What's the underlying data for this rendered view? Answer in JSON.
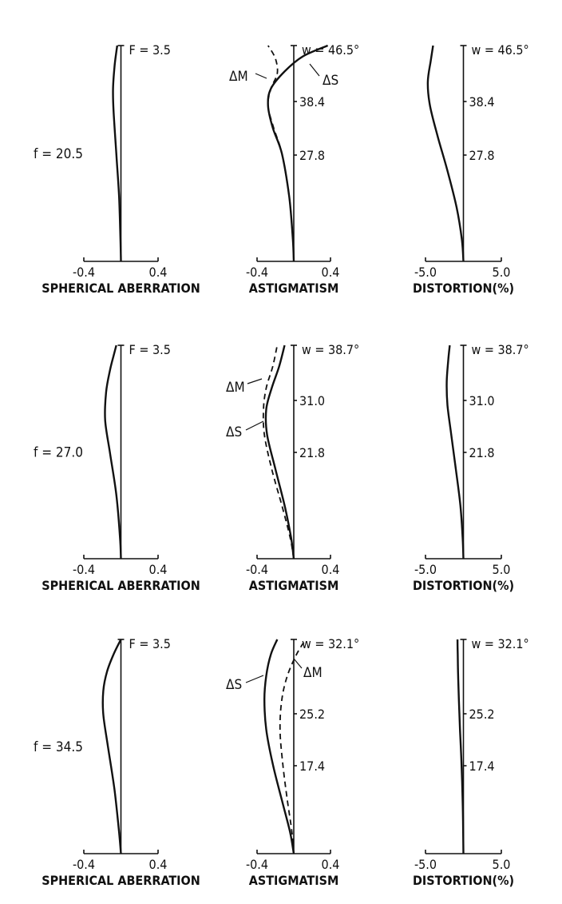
{
  "chart_data": [
    {
      "type": "line",
      "title": "SPHERICAL ABERRATION",
      "focal_label": "f = 20.5",
      "top_label": "F = 3.5",
      "xlim": [
        -0.4,
        0.4
      ],
      "x_tick_labels": [
        "-0.4",
        "0.4"
      ],
      "y_tick_labels": [],
      "series": [
        {
          "name": "",
          "style": "solid",
          "x": [
            0,
            -0.005,
            -0.02,
            -0.05,
            -0.08,
            -0.085,
            -0.07,
            -0.05,
            -0.04
          ],
          "y": [
            0,
            0.1,
            0.3,
            0.5,
            0.7,
            0.8,
            0.9,
            0.97,
            1.0
          ]
        }
      ]
    },
    {
      "type": "line",
      "title": "ASTIGMATISM",
      "top_label": "w = 46.5°",
      "xlim": [
        -0.4,
        0.4
      ],
      "x_tick_labels": [
        "-0.4",
        "0.4"
      ],
      "y_tick_labels": [
        "38.4",
        "27.8"
      ],
      "annotations": [
        "ΔS",
        "ΔM"
      ],
      "series": [
        {
          "name": "ΔS",
          "style": "solid",
          "x": [
            0,
            -0.01,
            -0.05,
            -0.13,
            -0.23,
            -0.28,
            -0.25,
            -0.1,
            0.1,
            0.37
          ],
          "y": [
            0,
            0.1,
            0.3,
            0.5,
            0.62,
            0.72,
            0.8,
            0.88,
            0.95,
            1.0
          ]
        },
        {
          "name": "ΔM",
          "style": "dashed",
          "x": [
            0,
            -0.01,
            -0.05,
            -0.13,
            -0.22,
            -0.28,
            -0.25,
            -0.18,
            -0.2,
            -0.28
          ],
          "y": [
            0,
            0.1,
            0.3,
            0.5,
            0.62,
            0.72,
            0.8,
            0.87,
            0.94,
            1.0
          ]
        }
      ]
    },
    {
      "type": "line",
      "title": "DISTORTION(%)",
      "top_label": "w = 46.5°",
      "xlim": [
        -5.0,
        5.0
      ],
      "x_tick_labels": [
        "-5.0",
        "5.0"
      ],
      "y_tick_labels": [
        "38.4",
        "27.8"
      ],
      "series": [
        {
          "name": "",
          "style": "solid",
          "x": [
            0,
            -0.2,
            -0.9,
            -2.1,
            -3.4,
            -4.4,
            -4.7,
            -4.3,
            -4.0
          ],
          "y": [
            0,
            0.1,
            0.25,
            0.42,
            0.58,
            0.72,
            0.83,
            0.93,
            1.0
          ]
        }
      ]
    },
    {
      "type": "line",
      "title": "SPHERICAL ABERRATION",
      "focal_label": "f = 27.0",
      "top_label": "F = 3.5",
      "xlim": [
        -0.4,
        0.4
      ],
      "x_tick_labels": [
        "-0.4",
        "0.4"
      ],
      "y_tick_labels": [],
      "series": [
        {
          "name": "",
          "style": "solid",
          "x": [
            0,
            -0.01,
            -0.05,
            -0.12,
            -0.17,
            -0.16,
            -0.12,
            -0.08,
            -0.05
          ],
          "y": [
            0,
            0.1,
            0.3,
            0.5,
            0.65,
            0.78,
            0.88,
            0.95,
            1.0
          ]
        }
      ]
    },
    {
      "type": "line",
      "title": "ASTIGMATISM",
      "top_label": "w = 38.7°",
      "xlim": [
        -0.4,
        0.4
      ],
      "x_tick_labels": [
        "-0.4",
        "0.4"
      ],
      "y_tick_labels": [
        "31.0",
        "21.8"
      ],
      "annotations": [
        "ΔS",
        "ΔM"
      ],
      "series": [
        {
          "name": "ΔS",
          "style": "solid",
          "x": [
            0,
            -0.03,
            -0.1,
            -0.2,
            -0.29,
            -0.3,
            -0.24,
            -0.16,
            -0.1
          ],
          "y": [
            0,
            0.1,
            0.25,
            0.42,
            0.58,
            0.7,
            0.8,
            0.9,
            1.0
          ]
        },
        {
          "name": "ΔM",
          "style": "dashed",
          "x": [
            0,
            -0.04,
            -0.13,
            -0.24,
            -0.32,
            -0.33,
            -0.3,
            -0.23,
            -0.18
          ],
          "y": [
            0,
            0.1,
            0.25,
            0.42,
            0.58,
            0.7,
            0.8,
            0.9,
            1.0
          ]
        }
      ]
    },
    {
      "type": "line",
      "title": "DISTORTION(%)",
      "top_label": "w = 38.7°",
      "xlim": [
        -5.0,
        5.0
      ],
      "x_tick_labels": [
        "-5.0",
        "5.0"
      ],
      "y_tick_labels": [
        "31.0",
        "21.8"
      ],
      "series": [
        {
          "name": "",
          "style": "solid",
          "x": [
            0,
            -0.1,
            -0.4,
            -1.0,
            -1.6,
            -2.1,
            -2.2,
            -2.0,
            -1.8
          ],
          "y": [
            0,
            0.1,
            0.25,
            0.42,
            0.58,
            0.72,
            0.83,
            0.93,
            1.0
          ]
        }
      ]
    },
    {
      "type": "line",
      "title": "SPHERICAL ABERRATION",
      "focal_label": "f = 34.5",
      "top_label": "F = 3.5",
      "xlim": [
        -0.4,
        0.4
      ],
      "x_tick_labels": [
        "-0.4",
        "0.4"
      ],
      "y_tick_labels": [],
      "series": [
        {
          "name": "",
          "style": "solid",
          "x": [
            0,
            -0.02,
            -0.07,
            -0.14,
            -0.19,
            -0.19,
            -0.15,
            -0.08,
            0.0
          ],
          "y": [
            0,
            0.1,
            0.3,
            0.5,
            0.65,
            0.76,
            0.85,
            0.93,
            1.0
          ]
        }
      ]
    },
    {
      "type": "line",
      "title": "ASTIGMATISM",
      "top_label": "w = 32.1°",
      "xlim": [
        -0.4,
        0.4
      ],
      "x_tick_labels": [
        "-0.4",
        "0.4"
      ],
      "y_tick_labels": [
        "25.2",
        "17.4"
      ],
      "annotations": [
        "ΔS",
        "ΔM"
      ],
      "series": [
        {
          "name": "ΔS",
          "style": "solid",
          "x": [
            0,
            -0.04,
            -0.13,
            -0.23,
            -0.3,
            -0.32,
            -0.3,
            -0.25,
            -0.18
          ],
          "y": [
            0,
            0.1,
            0.25,
            0.42,
            0.58,
            0.72,
            0.83,
            0.93,
            1.0
          ]
        },
        {
          "name": "ΔM",
          "style": "dashed",
          "x": [
            0,
            -0.02,
            -0.07,
            -0.12,
            -0.15,
            -0.13,
            -0.07,
            0.03,
            0.13
          ],
          "y": [
            0,
            0.1,
            0.25,
            0.42,
            0.58,
            0.72,
            0.83,
            0.93,
            1.0
          ]
        }
      ]
    },
    {
      "type": "line",
      "title": "DISTORTION(%)",
      "top_label": "w = 32.1°",
      "xlim": [
        -5.0,
        5.0
      ],
      "x_tick_labels": [
        "-5.0",
        "5.0"
      ],
      "y_tick_labels": [
        "25.2",
        "17.4"
      ],
      "series": [
        {
          "name": "",
          "style": "solid",
          "x": [
            0,
            -0.03,
            -0.1,
            -0.25,
            -0.45,
            -0.6,
            -0.7,
            -0.75,
            -0.78
          ],
          "y": [
            0,
            0.1,
            0.25,
            0.42,
            0.58,
            0.72,
            0.83,
            0.93,
            1.0
          ]
        }
      ]
    }
  ]
}
